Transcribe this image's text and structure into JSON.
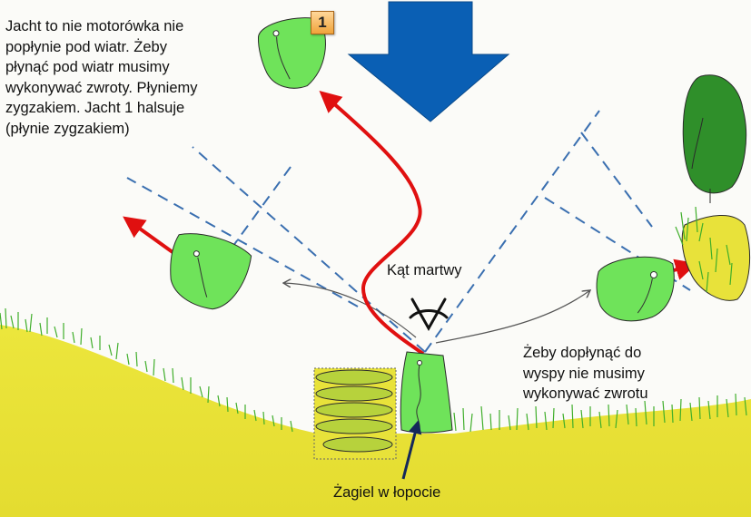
{
  "texts": {
    "intro": [
      "Jacht to nie motorówka nie",
      "popłynie pod wiatr. Żeby",
      "płynąć pod wiatr musimy",
      "wykonywać zwroty. Płyniemy",
      "zygzakiem.  Jacht 1 halsuje",
      "(płynie zygzakiem)"
    ],
    "badge": "1",
    "dead_angle": "Kąt martwy",
    "island": [
      "Żeby dopłynąć do",
      "wyspy nie musimy",
      "wykonywać zwrotu"
    ],
    "sail_flap": "Żagiel w łopocie"
  },
  "colors": {
    "wind_arrow": "#0a5fb4",
    "boat": "#6fe35a",
    "red_arrow": "#e01010",
    "dashed": "#3a6fb0",
    "ground": "#e8e23a",
    "grass": "#3fae2a",
    "tree": "#2f8f2a"
  },
  "icons": [
    "wind-arrow-icon",
    "yacht-icon",
    "tree-icon",
    "grass-icon",
    "dead-angle-symbol-icon",
    "folded-sail-icon"
  ]
}
